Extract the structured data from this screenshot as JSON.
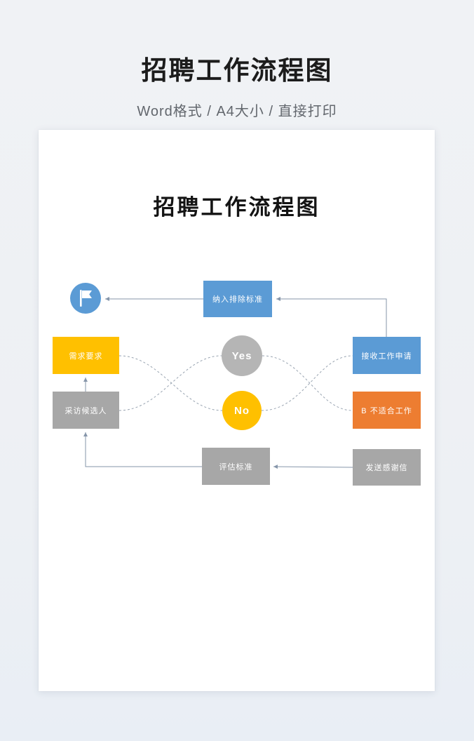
{
  "header": {
    "title": "招聘工作流程图",
    "subtitle": "Word格式 / A4大小 / 直接打印"
  },
  "page": {
    "title": "招聘工作流程图"
  },
  "flow": {
    "exclude": "纳入排除标准",
    "demand": "需求要求",
    "receive": "接收工作申请",
    "yes": "Yes",
    "no": "No",
    "interview": "采访候选人",
    "unfit": "B 不适合工作",
    "evaluate": "评估标准",
    "thanks": "发送感谢信"
  },
  "colors": {
    "node_blue": "#5b9bd5",
    "node_yellow": "#ffc000",
    "node_gray": "#a7a7a7",
    "node_orange": "#ed7d31",
    "connector": "#8696aa"
  }
}
